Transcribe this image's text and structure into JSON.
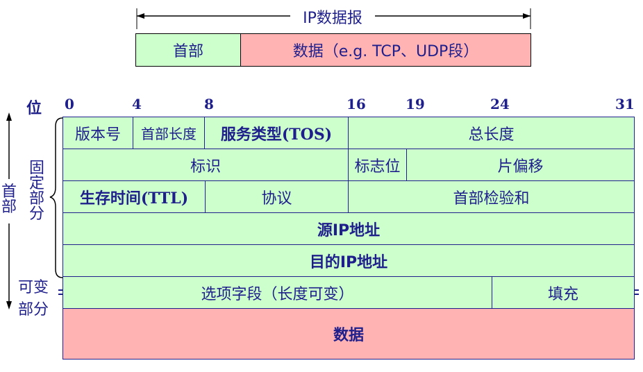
{
  "top": {
    "title": "IP数据报",
    "header_label": "首部",
    "data_label": "数据（e.g. TCP、UDP段）"
  },
  "bit_axis": {
    "label": "位",
    "ticks": [
      "0",
      "4",
      "8",
      "16",
      "19",
      "24",
      "31"
    ]
  },
  "side": {
    "header": "首部",
    "fixed": "固定部分",
    "variable_line1": "可变",
    "variable_line2": "部分"
  },
  "rows": {
    "r1": {
      "version": "版本号",
      "hlen": "首部长度",
      "tos": "服务类型(TOS)",
      "total_len": "总长度"
    },
    "r2": {
      "id": "标识",
      "flags": "标志位",
      "frag_offset": "片偏移"
    },
    "r3": {
      "ttl": "生存时间(TTL)",
      "protocol": "协议",
      "checksum": "首部检验和"
    },
    "r4": {
      "src": "源IP地址"
    },
    "r5": {
      "dst": "目的IP地址"
    },
    "r6": {
      "options": "选项字段（长度可变）",
      "padding": "填充"
    },
    "r7": {
      "data": "数据"
    }
  },
  "colors": {
    "header_fill": "#ccffcc",
    "data_fill": "#ffb3b3",
    "line": "#1f1f8c"
  }
}
